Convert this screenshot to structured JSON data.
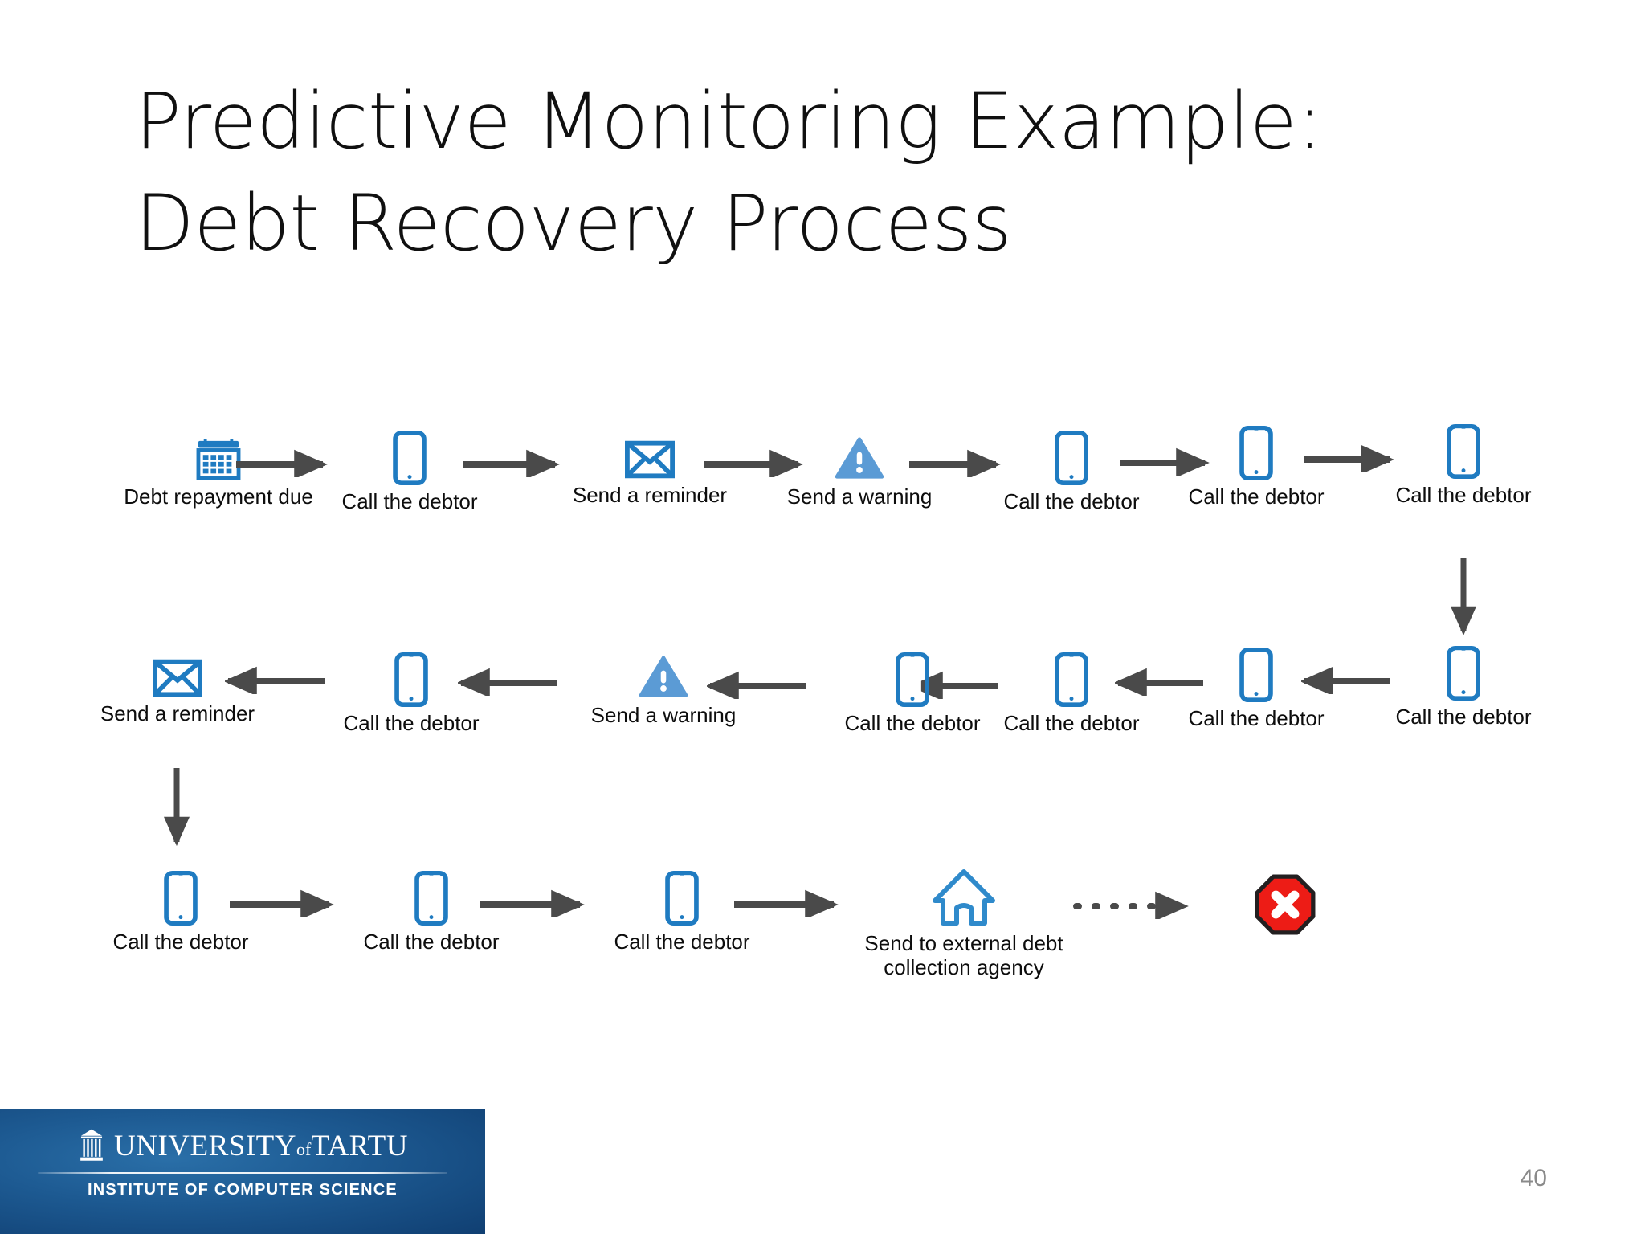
{
  "slide": {
    "title_line1": "Predictive Monitoring Example:",
    "title_line2": "Debt Recovery Process",
    "page_number": "40",
    "background_color": "#ffffff"
  },
  "colors": {
    "icon_blue": "#1F7BC1",
    "warning_blue": "#5B9BD5",
    "arrow_gray": "#4A4A4A",
    "stop_red": "#ED1C16",
    "stop_outline": "#231f20",
    "title_black": "#101010",
    "footer_blue": "#1d5a92",
    "page_num_gray": "#8a8a8a"
  },
  "footer": {
    "logo_name": "UNIVERSITY",
    "logo_of": "of",
    "logo_name2": "TARTU",
    "logo_subtitle": "INSTITUTE OF COMPUTER SCIENCE",
    "logo_icon": "classical-building-icon"
  },
  "diagram": {
    "type": "process-trace",
    "rows": [
      {
        "direction": "left-to-right",
        "nodes": [
          {
            "icon": "calendar-icon",
            "label": "Debt repayment due"
          },
          {
            "icon": "mobile-phone-icon",
            "label": "Call the debtor"
          },
          {
            "icon": "envelope-icon",
            "label": "Send a reminder"
          },
          {
            "icon": "warning-triangle-icon",
            "label": "Send a warning"
          },
          {
            "icon": "mobile-phone-icon",
            "label": "Call the debtor"
          },
          {
            "icon": "mobile-phone-icon",
            "label": "Call the debtor"
          },
          {
            "icon": "mobile-phone-icon",
            "label": "Call the debtor"
          }
        ]
      },
      {
        "direction": "right-to-left",
        "nodes": [
          {
            "icon": "envelope-icon",
            "label": "Send a reminder"
          },
          {
            "icon": "mobile-phone-icon",
            "label": "Call the debtor"
          },
          {
            "icon": "warning-triangle-icon",
            "label": "Send a warning"
          },
          {
            "icon": "mobile-phone-icon",
            "label": "Call the debtor"
          },
          {
            "icon": "mobile-phone-icon",
            "label": "Call the debtor"
          },
          {
            "icon": "mobile-phone-icon",
            "label": "Call the debtor"
          },
          {
            "icon": "mobile-phone-icon",
            "label": "Call the debtor"
          }
        ]
      },
      {
        "direction": "left-to-right",
        "nodes": [
          {
            "icon": "mobile-phone-icon",
            "label": "Call the debtor"
          },
          {
            "icon": "mobile-phone-icon",
            "label": "Call the debtor"
          },
          {
            "icon": "mobile-phone-icon",
            "label": "Call the debtor"
          },
          {
            "icon": "house-icon",
            "label": "Send to external debt collection agency"
          },
          {
            "icon": "stop-sign-icon",
            "label": ""
          }
        ]
      }
    ],
    "connectors": {
      "row1_to_row2": "vertical-down-arrow",
      "row2_to_row3": "vertical-down-arrow",
      "final": "dotted-right-arrow"
    }
  }
}
